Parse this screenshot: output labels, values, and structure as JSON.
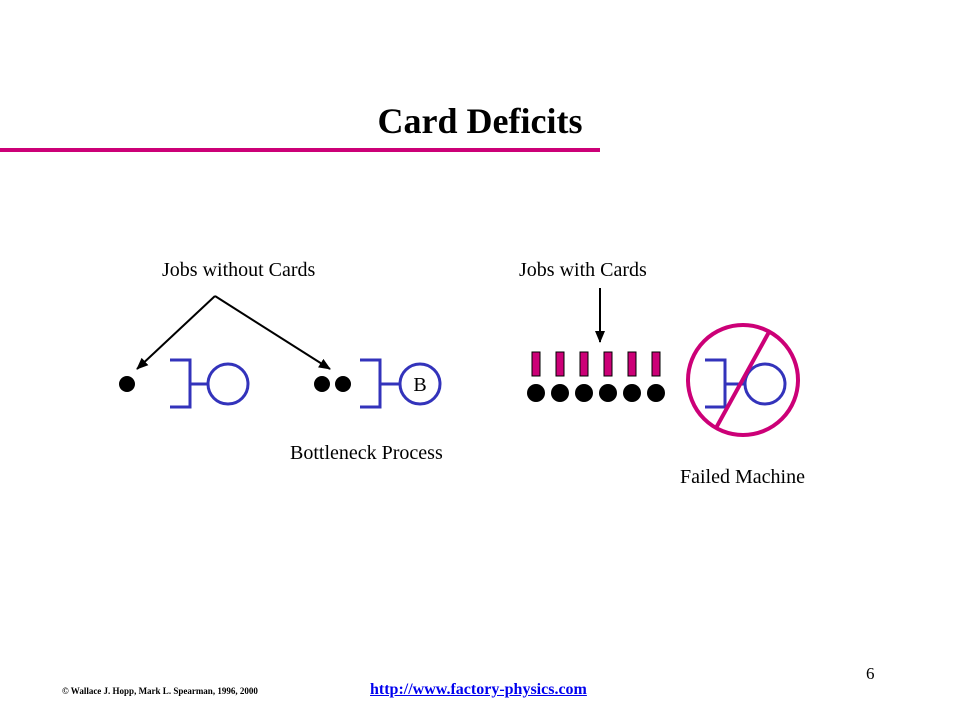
{
  "slide": {
    "title": "Card Deficits",
    "page_number": "6"
  },
  "labels": {
    "jobs_without_cards": "Jobs without Cards",
    "jobs_with_cards": "Jobs with Cards",
    "bottleneck_process": "Bottleneck Process",
    "failed_machine": "Failed Machine",
    "bottleneck_marker": "B"
  },
  "footer": {
    "copyright": "© Wallace J. Hopp, Mark L. Spearman, 1996, 2000",
    "link": "http://www.factory-physics.com"
  },
  "colors": {
    "accent": "#cc0077",
    "machine": "#3333bb",
    "text": "#000000",
    "link": "#0000ee"
  },
  "icons": [
    "job-dot-icon",
    "kanban-card-icon",
    "machine-icon",
    "prohibition-icon",
    "arrow-icon"
  ]
}
